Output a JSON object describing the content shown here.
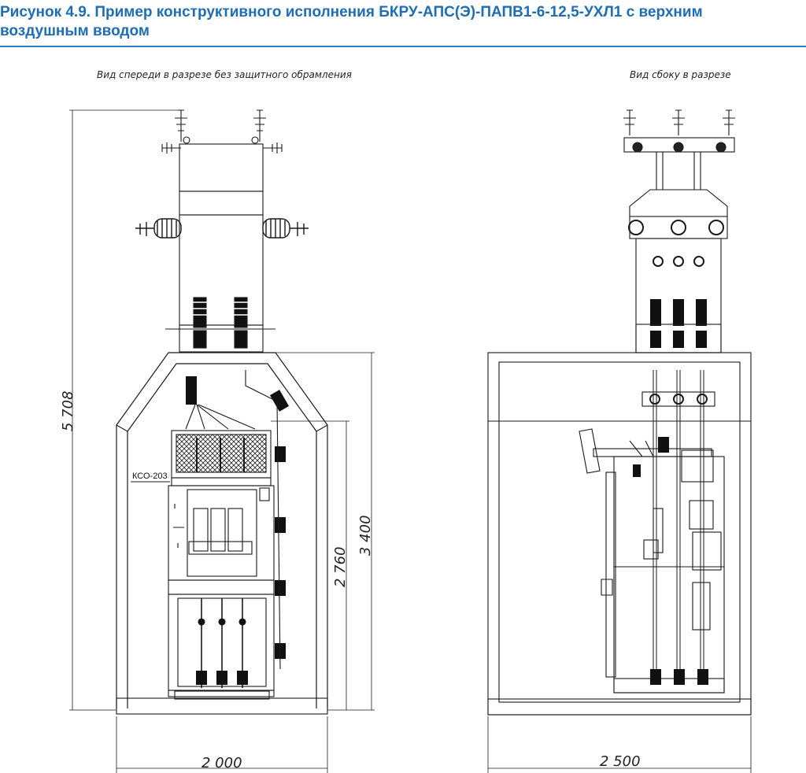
{
  "title": "Рисунок 4.9. Пример конструктивного исполнения БКРУ-АПС(Э)-ПАПВ1-6-12,5-УХЛ1 с верхним воздушным вводом",
  "front_view": {
    "caption": "Вид спереди в разрезе без защитного обрамления",
    "device_label": "КСО-203",
    "dim_width": "2 000",
    "dim_total_height": "5 708",
    "dim_height_a": "3 400",
    "dim_height_b": "2 760"
  },
  "side_view": {
    "caption": "Вид сбоку в разрезе",
    "dim_width": "2 500"
  },
  "colors": {
    "title": "#1f6db3",
    "rule": "#2f7fc4",
    "line": "#1a1a1a"
  }
}
